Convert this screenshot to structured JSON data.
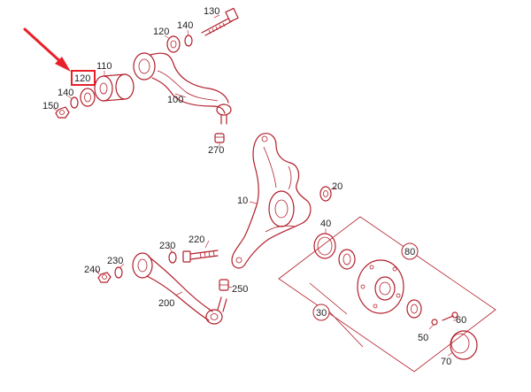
{
  "colors": {
    "line": "#b21e2a",
    "text": "#222222",
    "highlight": "#e8202a",
    "background": "#ffffff"
  },
  "callouts": {
    "p130": "130",
    "p140a": "140",
    "p120a": "120",
    "p110": "110",
    "p120b": "120",
    "p140b": "140",
    "p150": "150",
    "p100": "100",
    "p270": "270",
    "p10": "10",
    "p20": "20",
    "p40": "40",
    "p80": "80",
    "p220": "220",
    "p230a": "230",
    "p230b": "230",
    "p240": "240",
    "p250": "250",
    "p200": "200",
    "p30": "30",
    "p60": "60",
    "p50": "50",
    "p70": "70"
  },
  "highlight": {
    "target": "120",
    "pointer_icon": "red-arrow-icon"
  }
}
